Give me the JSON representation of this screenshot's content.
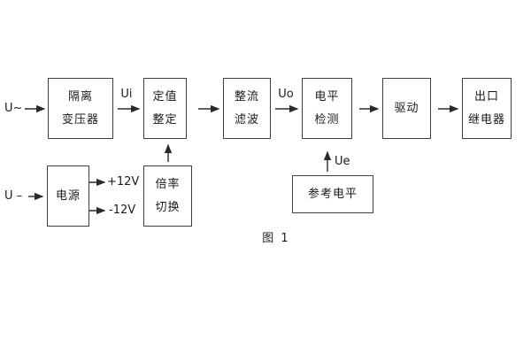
{
  "diagram": {
    "caption": "图 1",
    "colors": {
      "background": "#ffffff",
      "line": "#2a2a2a",
      "box_border": "#3f3f3f",
      "text": "#1a1a1a"
    },
    "inputs": {
      "ac_input": "U~",
      "dc_input": "U –"
    },
    "signals": {
      "ui": "Ui",
      "uo": "Uo",
      "ue": "Ue",
      "plus_12v": "+12V",
      "minus_12v": "-12V"
    },
    "blocks": {
      "isolation_transformer": {
        "line1": "隔离",
        "line2": "变压器"
      },
      "setting_adjust": {
        "line1": "定值",
        "line2": "整定"
      },
      "rectifier_filter": {
        "line1": "整流",
        "line2": "滤波"
      },
      "level_detect": {
        "line1": "电平",
        "line2": "检测"
      },
      "driver": {
        "line1": "驱动"
      },
      "output_relay": {
        "line1": "出口",
        "line2": "继电器"
      },
      "power_supply": {
        "line1": "电源"
      },
      "ratio_switch": {
        "line1": "倍率",
        "line2": "切换"
      },
      "reference_level": {
        "line1": "参考电平"
      }
    }
  }
}
